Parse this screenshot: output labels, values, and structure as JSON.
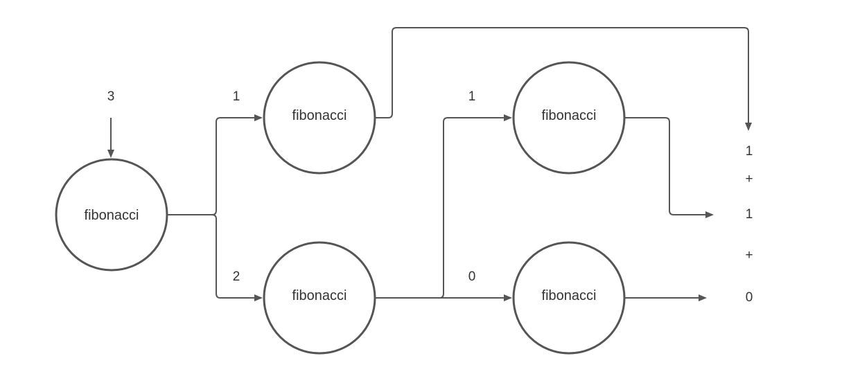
{
  "diagram": {
    "input_value": "3",
    "nodes": {
      "root": "fibonacci",
      "upper_left": "fibonacci",
      "lower_left": "fibonacci",
      "upper_right": "fibonacci",
      "lower_right": "fibonacci"
    },
    "edge_labels": {
      "root_to_upper": "1",
      "root_to_lower": "2",
      "lower_to_upper_right": "1",
      "lower_to_lower_right": "0"
    },
    "sum": {
      "term_1": "1",
      "plus_1": "+",
      "term_2": "1",
      "plus_2": "+",
      "term_3": "0"
    },
    "colors": {
      "stroke": "#555555",
      "text": "#333333",
      "background": "#ffffff"
    }
  }
}
